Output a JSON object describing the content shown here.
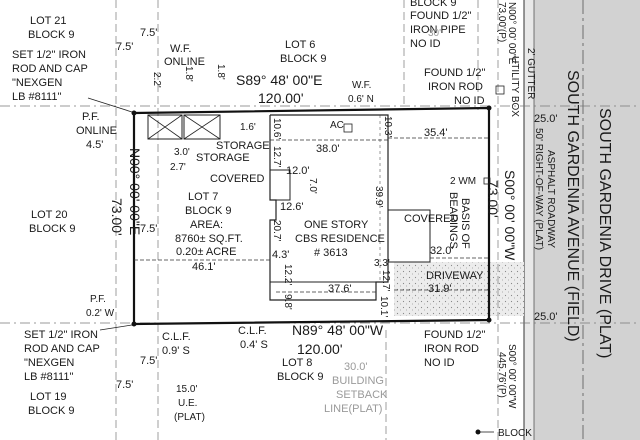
{
  "lots": {
    "lot21": {
      "line1": "LOT 21",
      "line2": "BLOCK 9"
    },
    "lot6": {
      "line1": "LOT 6",
      "line2": "BLOCK 9"
    },
    "lot20": {
      "line1": "LOT 20",
      "line2": "BLOCK 9"
    },
    "lot7": {
      "line1": "LOT 7",
      "line2": "BLOCK 9",
      "line3": "AREA:",
      "line4": "8760± SQ.FT.",
      "line5": "0.20± ACRE"
    },
    "lot8": {
      "line1": "LOT 8",
      "line2": "BLOCK 9"
    },
    "lot19": {
      "line1": "LOT 19",
      "line2": "BLOCK 9"
    }
  },
  "monuments": {
    "nw_iron": {
      "line1": "SET 1/2\" IRON",
      "line2": "ROD AND CAP",
      "line3": "\"NEXGEN",
      "line4": "LB #8111\""
    },
    "sw_iron": {
      "line1": "SET 1/2\" IRON",
      "line2": "ROD AND CAP",
      "line3": "\"NEXGEN",
      "line4": "LB #8111\""
    },
    "ne_pipe": {
      "line1": "BLOCK 9",
      "line2": "FOUND 1/2\"",
      "line3": "IRON PIPE",
      "line4": "NO ID"
    },
    "ne_rod": {
      "line1": "FOUND 1/2\"",
      "line2": "IRON ROD",
      "line3": "NO ID"
    },
    "se_rod": {
      "line1": "FOUND 1/2\"",
      "line2": "IRON ROD",
      "line3": "NO ID"
    }
  },
  "bearings": {
    "north": "S89° 48' 00\"E",
    "north_dist": "120.00'",
    "south": "N89° 48' 00\"W",
    "south_dist": "120.00'",
    "west": "N00° 00' 00\"E",
    "west_dist": "73.00'",
    "east": "S00° 00' 00\"W",
    "east_dist": "73.00'",
    "east_top": "N00° 00' 00\"E",
    "east_top_dist": "73.00'(P)",
    "east_bottom": "S00° 00' 00\"W",
    "east_bottom_dist": "445.76'(P)"
  },
  "notes": {
    "wf_online": {
      "line1": "W.F.",
      "line2": "ONLINE"
    },
    "pf_online": {
      "line1": "P.F.",
      "line2": "ONLINE"
    },
    "wf_n": {
      "line1": "W.F.",
      "line2": "0.6' N"
    },
    "pf_w": {
      "line1": "P.F.",
      "line2": "0.2' W"
    },
    "clf_w": {
      "line1": "C.L.F.",
      "line2": "0.9' S"
    },
    "clf_e": {
      "line1": "C.L.F.",
      "line2": "0.4' S"
    },
    "storage1": "STORAGE",
    "storage2": "STORAGE",
    "covered1": "COVERED",
    "covered2": "COVERED",
    "residence": {
      "line1": "ONE STORY",
      "line2": "CBS RESIDENCE",
      "line3": "# 3613"
    },
    "driveway": "DRIVEWAY",
    "wm": "2 WM",
    "ac": "AC",
    "basis": {
      "line1": "BASIS OF",
      "line2": "BEARINGS"
    },
    "utility_box": "UTILITY BOX",
    "gutter": "2' GUTTER",
    "ue": {
      "line1": "15.0'",
      "line2": "U.E.",
      "line3": "(PLAT)"
    },
    "setback": {
      "line1": "30.0'",
      "line2": "BUILDING",
      "line3": "SETBACK",
      "line4": "LINE(PLAT)"
    },
    "block": "BLOCK",
    "setback_top": "30'"
  },
  "road": {
    "name1": "SOUTH GARDENIA DRIVE (PLAT)",
    "name2": "SOUTH GARDENIA AVENUE (FIELD)",
    "asphalt": "ASPHALT ROADWAY",
    "row": "50' RIGHT-OF-WAY (PLAT)",
    "width_top": "25.0'",
    "width_bottom": "25.0'"
  },
  "dims": {
    "d7_5a": "7.5'",
    "d7_5b": "7.5'",
    "d7_5c": "7.5'",
    "d7_5d": "7.5'",
    "d7_5e": "7.5'",
    "d2_2": "2.2'",
    "d1_8a": "1.8'",
    "d1_8b": "1.8'",
    "d1_6": "1.6'",
    "d3_0": "3.0'",
    "d2_7": "2.7'",
    "d4_5": "4.5'",
    "d10_6": "10.6'",
    "d12_7a": "12.7'",
    "d38_0": "38.0'",
    "d10_3": "10.3'",
    "d35_4": "35.4'",
    "d12_0": "12.0'",
    "d7_0": "7.0'",
    "d12_6": "12.6'",
    "d39_9": "39.9'",
    "d20_7": "20.7'",
    "d4_3": "4.3'",
    "d46_1": "46.1'",
    "d32_0": "32.0'",
    "d3_3": "3.3'",
    "d12_7b": "12.7'",
    "d12_2": "12.2'",
    "d37_6": "37.6'",
    "d9_8": "9.8'",
    "d10_1": "10.1'",
    "d31_9": "31.9'"
  }
}
